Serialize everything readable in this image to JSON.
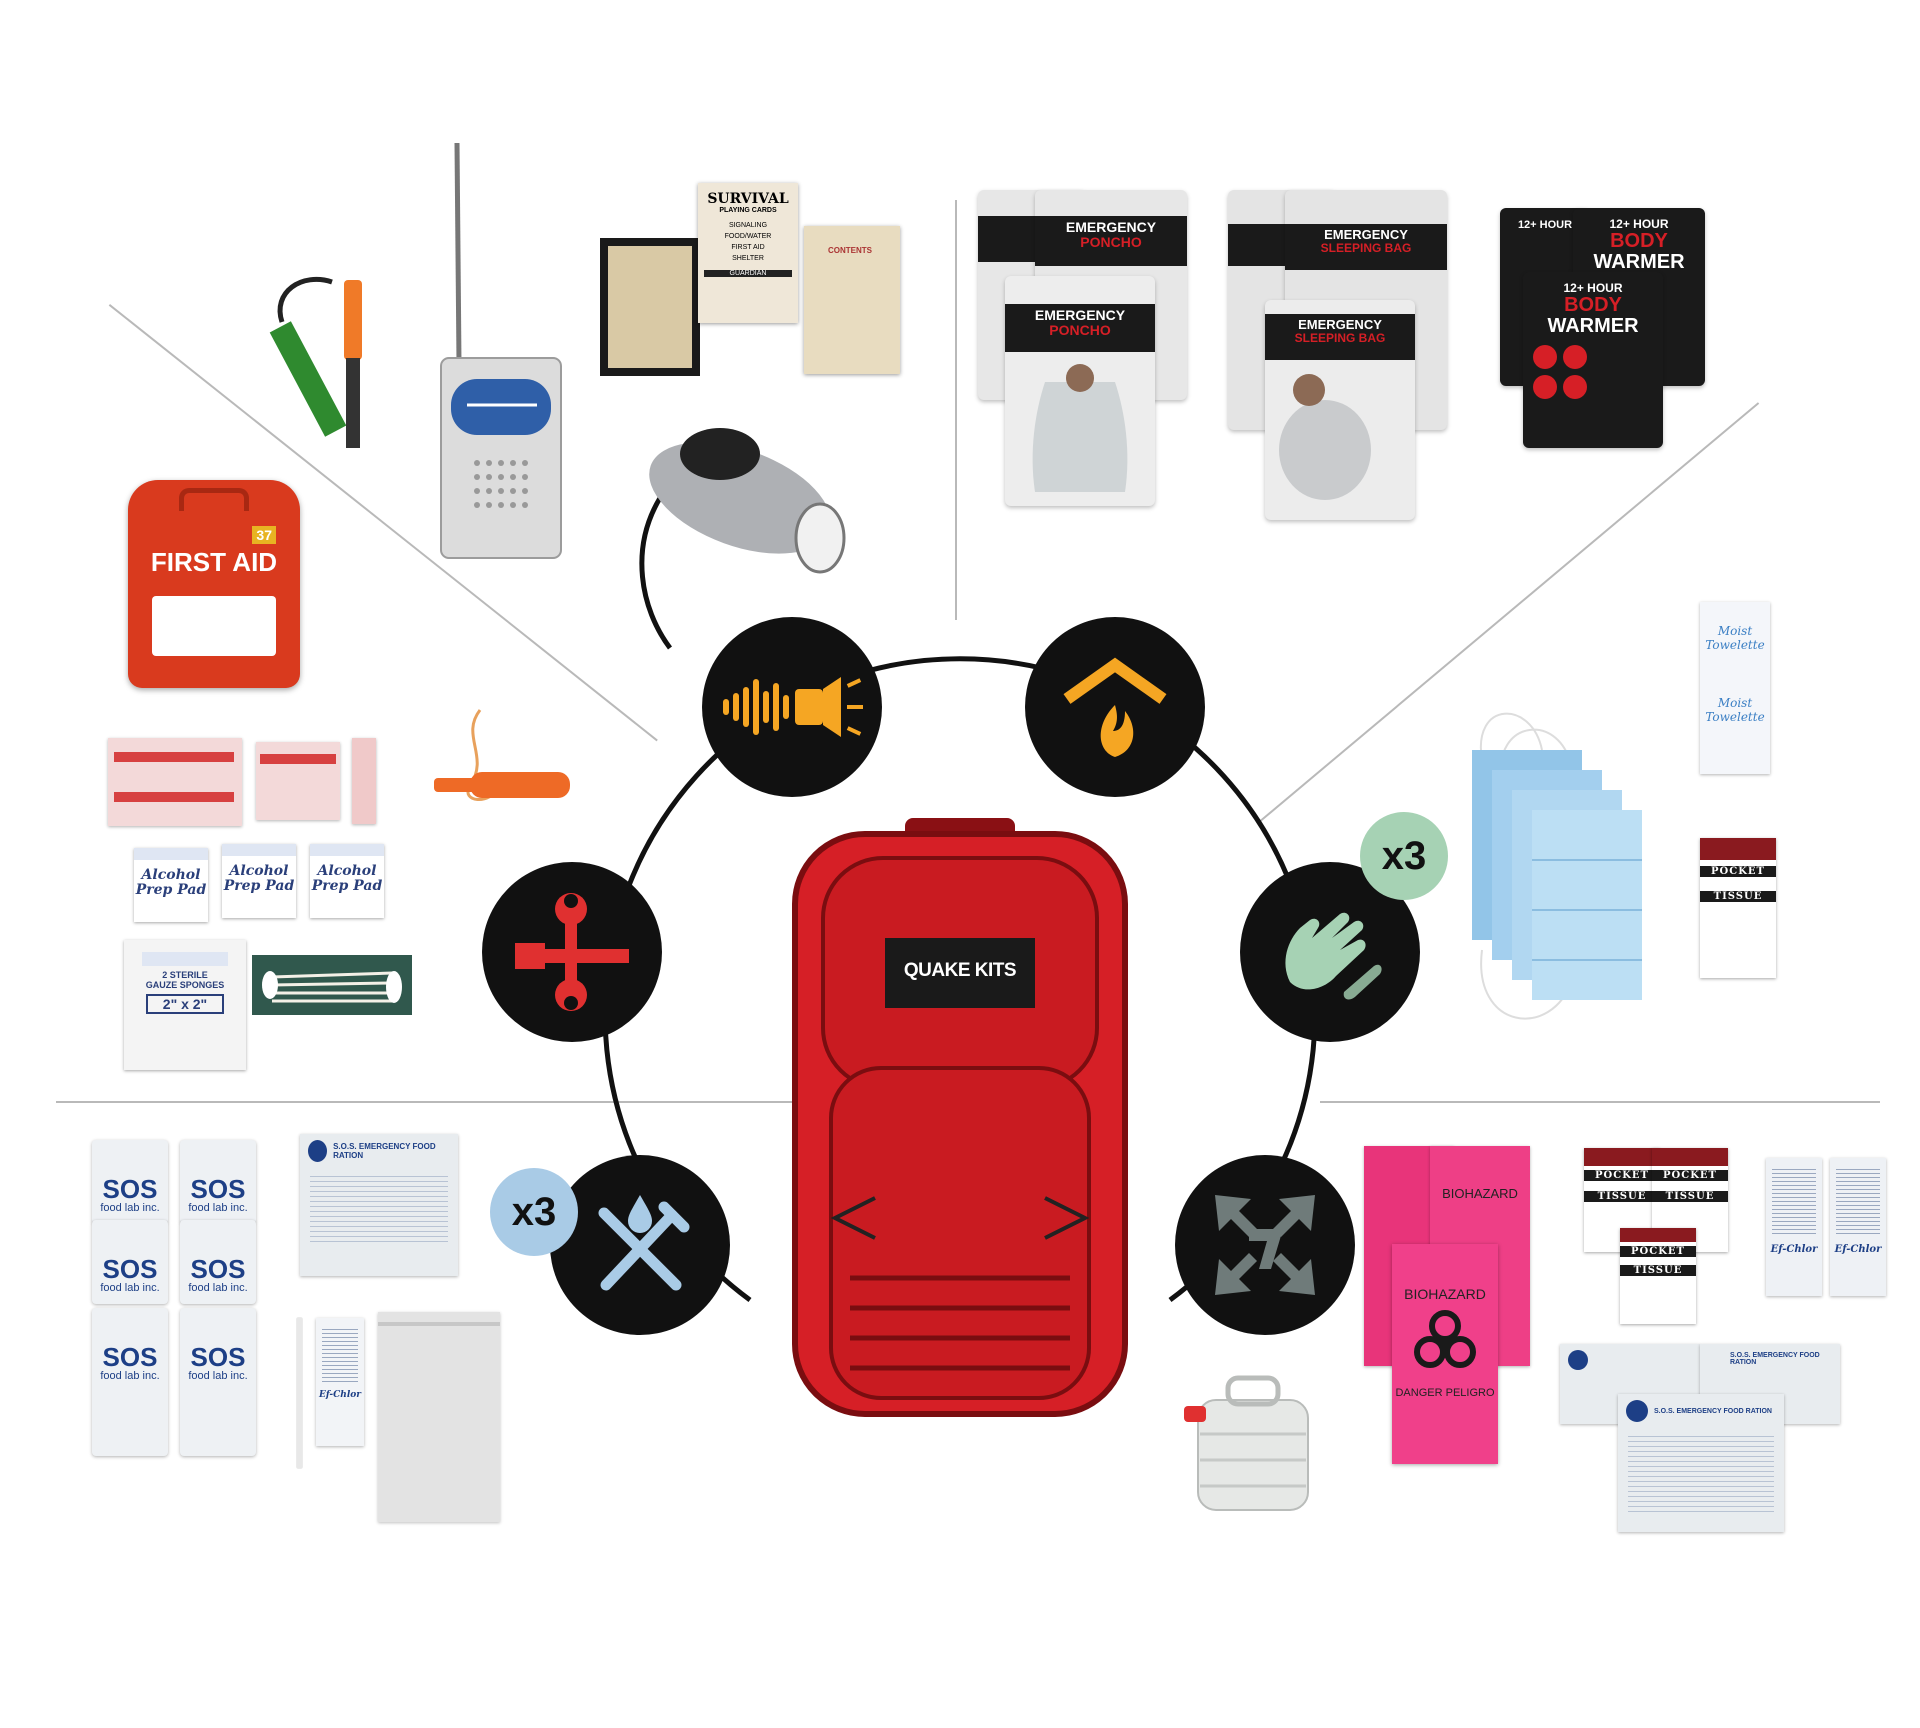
{
  "backpack": {
    "brand_label": "QUAKE KITS",
    "color": "#d61f26"
  },
  "badges": {
    "hygiene_multiplier": "x3",
    "food_water_multiplier": "x3"
  },
  "badge_colors": {
    "hygiene": "#a6d2b4",
    "food_water": "#a9cbe6"
  },
  "icon_colors": {
    "light_sound": "#f5a623",
    "shelter_warmth": "#f5a623",
    "tools": "#e03030",
    "hygiene": "#a6d2b4",
    "food_water": "#a9cbe6",
    "sanitation": "#6f7b7a"
  },
  "icons": [
    "flashlight-sound-icon",
    "shelter-fire-icon",
    "tools-icon",
    "hands-hygiene-icon",
    "food-water-icon",
    "sanitation-arrows-icon"
  ],
  "products": {
    "cards": {
      "title": "SURVIVAL",
      "subtitle": "PLAYING CARDS",
      "lines": [
        "SIGNALING",
        "FOOD/WATER",
        "FIRST AID",
        "SHELTER"
      ],
      "brand": "GUARDIAN",
      "contents_label": "CONTENTS"
    },
    "poncho": {
      "title": "EMERGENCY",
      "subtitle": "PONCHO"
    },
    "sleeping_bag": {
      "title": "EMERGENCY",
      "subtitle": "SLEEPING BAG"
    },
    "body_warmer": {
      "top": "12+ HOUR",
      "title": "BODY",
      "subtitle": "WARMER"
    },
    "first_aid": {
      "count": "37",
      "title": "FIRST AID"
    },
    "alcohol_pad": {
      "line1": "Alcohol",
      "line2": "Prep Pad"
    },
    "gauze": {
      "line1": "2 STERILE",
      "line2": "GAUZE SPONGES",
      "size": "2\" x 2\""
    },
    "sos_water": {
      "brand": "SOS",
      "sub": "food lab inc."
    },
    "ration": {
      "title": "S.O.S. EMERGENCY FOOD RATION"
    },
    "pocket_tissue": {
      "line1": "POCKET",
      "line2": "TISSUE"
    },
    "moist_towelette": {
      "label": "Moist Towelette"
    },
    "biohazard": {
      "title": "BIOHAZARD",
      "danger": "DANGER PELIGRO"
    },
    "ef_chlor": {
      "label": "Ef-Chlor"
    }
  }
}
